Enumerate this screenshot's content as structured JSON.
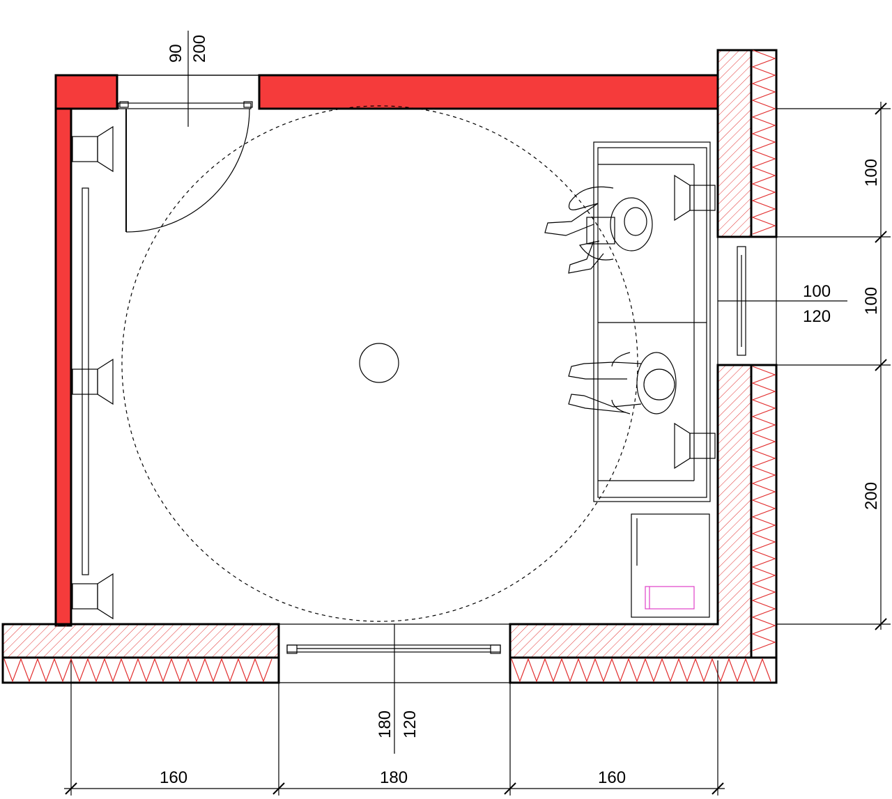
{
  "colors": {
    "wall_red": "#f53b3b",
    "insulation_red": "#e23030",
    "line": "#000000",
    "bin_magenta": "#e040c8",
    "background": "#ffffff"
  },
  "dimensions": {
    "door_top_90": "90",
    "door_top_200": "200",
    "right_100_top": "100",
    "right_100_mid": "100",
    "right_200": "200",
    "window_right_100": "100",
    "window_right_120": "120",
    "bottom_window_180": "180",
    "bottom_window_120": "120",
    "bottom_160_left": "160",
    "bottom_180": "180",
    "bottom_160_right": "160"
  },
  "elements": {
    "turning_circle": "wheelchair-turning-circle",
    "floor_drain": "floor-drain",
    "left_grab_bar": "grab-bar",
    "bench": "bench",
    "cabinet": "cabinet",
    "waste_bin": "waste-bin"
  }
}
